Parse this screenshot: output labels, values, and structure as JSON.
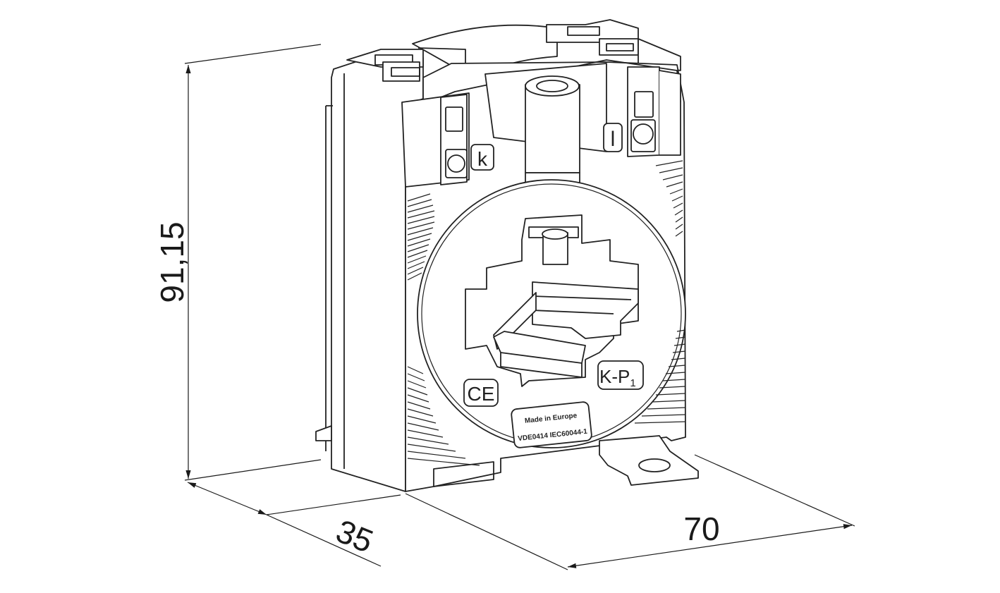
{
  "dimensions": {
    "height": "91,15",
    "depth": "35",
    "width": "70"
  },
  "terminals": {
    "left": "k",
    "right": "l"
  },
  "markings": {
    "ce": "CE",
    "kp1": "K-P",
    "kp1_sub": "1",
    "made_in": "Made in Europe",
    "standard": "VDE0414 IEC60044-1"
  },
  "colors": {
    "line": "#222222",
    "dimension": "#1a1a1a",
    "background": "#ffffff"
  }
}
